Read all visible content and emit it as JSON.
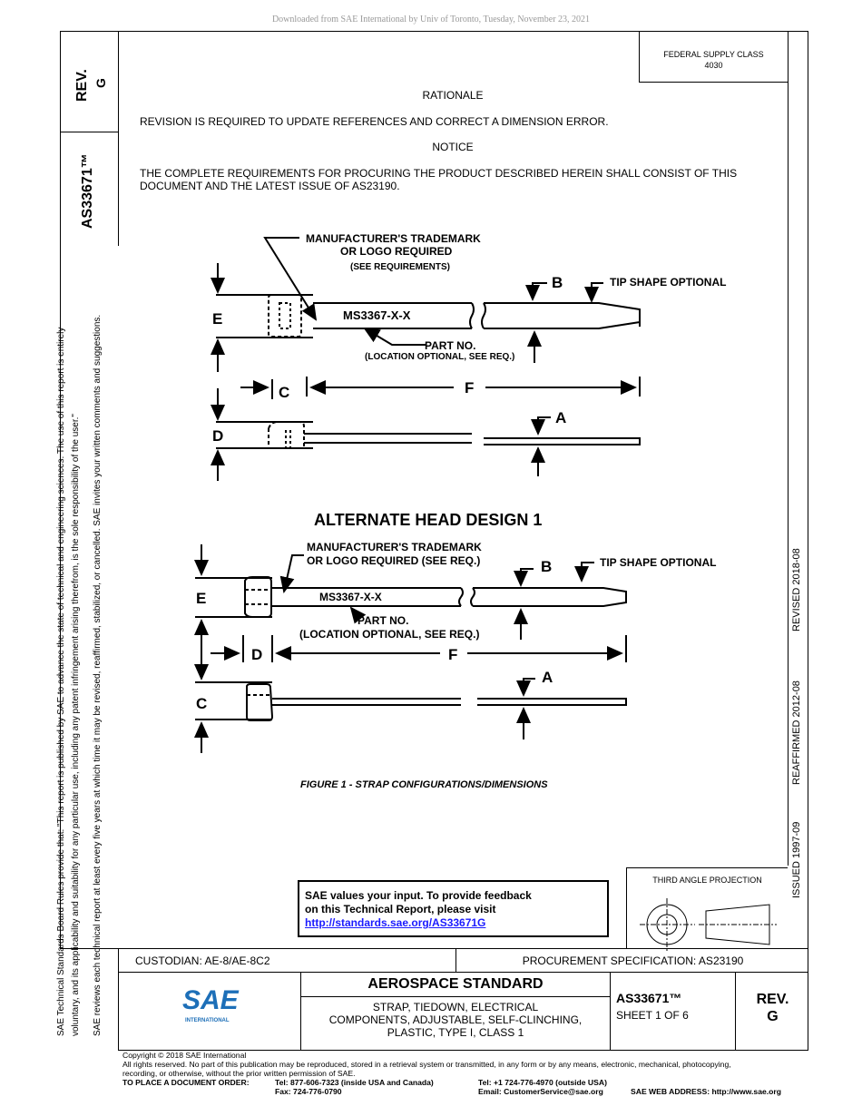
{
  "download_note": "Downloaded from SAE International by Univ of Toronto, Tuesday, November 23, 2021",
  "rev_label": "REV.",
  "rev_value": "G",
  "doc_number": "AS33671™",
  "federal_supply": {
    "line1": "FEDERAL SUPPLY CLASS",
    "line2": "4030"
  },
  "rationale_heading": "RATIONALE",
  "rationale_text": "REVISION IS REQUIRED TO UPDATE REFERENCES AND CORRECT A DIMENSION ERROR.",
  "notice_heading": "NOTICE",
  "notice_text_1": "THE COMPLETE REQUIREMENTS FOR PROCURING THE PRODUCT DESCRIBED HEREIN SHALL CONSIST OF THIS",
  "notice_text_2": "DOCUMENT AND THE LATEST ISSUE OF AS23190.",
  "figure": {
    "top_trademark_1": "MANUFACTURER'S TRADEMARK",
    "top_trademark_2": "OR LOGO REQUIRED",
    "top_trademark_3": "(SEE REQUIREMENTS)",
    "tip_shape": "TIP SHAPE OPTIONAL",
    "part_marking": "MS3367-X-X",
    "part_no": "PART NO.",
    "part_no_loc": "(LOCATION OPTIONAL, SEE REQ.)",
    "dim_A": "A",
    "dim_B": "B",
    "dim_C": "C",
    "dim_D": "D",
    "dim_E": "E",
    "dim_F": "F",
    "alt_heading": "ALTERNATE HEAD DESIGN 1",
    "alt_trademark_1": "MANUFACTURER'S TRADEMARK",
    "alt_trademark_2": "OR LOGO REQUIRED (SEE REQ.)",
    "caption": "FIGURE 1 - STRAP CONFIGURATIONS/DIMENSIONS"
  },
  "feedback": {
    "line1": "SAE values your input. To provide feedback",
    "line2": "on this Technical Report, please visit",
    "link": "http://standards.sae.org/AS33671G"
  },
  "third_angle": "THIRD ANGLE PROJECTION",
  "dates": {
    "issued": "ISSUED 1997-09",
    "reaffirmed": "REAFFIRMED 2012-08",
    "revised": "REVISED 2018-08"
  },
  "side_text_1": "SAE Technical Standards Board Rules provide that: \"This report is published by SAE to advance the state of technical and engineering sciences. The use of this report is entirely",
  "side_text_2": "voluntary, and its applicability and suitability for any particular use, including any patent infringement arising therefrom, is the sole responsibility of the user.\"",
  "side_text_3": "SAE reviews each technical report at least every five years at which time it may be revised, reaffirmed, stabilized, or cancelled. SAE invites your written comments and suggestions.",
  "custodian": "CUSTODIAN: AE-8/AE-8C2",
  "procurement": "PROCUREMENT SPECIFICATION: AS23190",
  "aerospace_standard": "AEROSPACE STANDARD",
  "title_1": "STRAP, TIEDOWN, ELECTRICAL",
  "title_2": "COMPONENTS, ADJUSTABLE, SELF-CLINCHING,",
  "title_3": "PLASTIC, TYPE I, CLASS 1",
  "sheet": "SHEET 1 OF 6",
  "logo_text": "SAE",
  "logo_sub": "INTERNATIONAL",
  "copyright": "Copyright © 2018 SAE International",
  "rights": "All rights reserved. No part of this publication may be reproduced, stored in a retrieval system or transmitted, in any form or by any means, electronic, mechanical, photocopying,",
  "rights_2": "recording, or otherwise, without the prior written permission of SAE.",
  "order_label": "TO PLACE A DOCUMENT ORDER:",
  "tel_us": "Tel: 877-606-7323 (inside USA and Canada)",
  "fax": "Fax: 724-776-0790",
  "tel_intl": "Tel: +1 724-776-4970 (outside USA)",
  "email": "Email: CustomerService@sae.org",
  "web": "SAE WEB ADDRESS: http://www.sae.org"
}
